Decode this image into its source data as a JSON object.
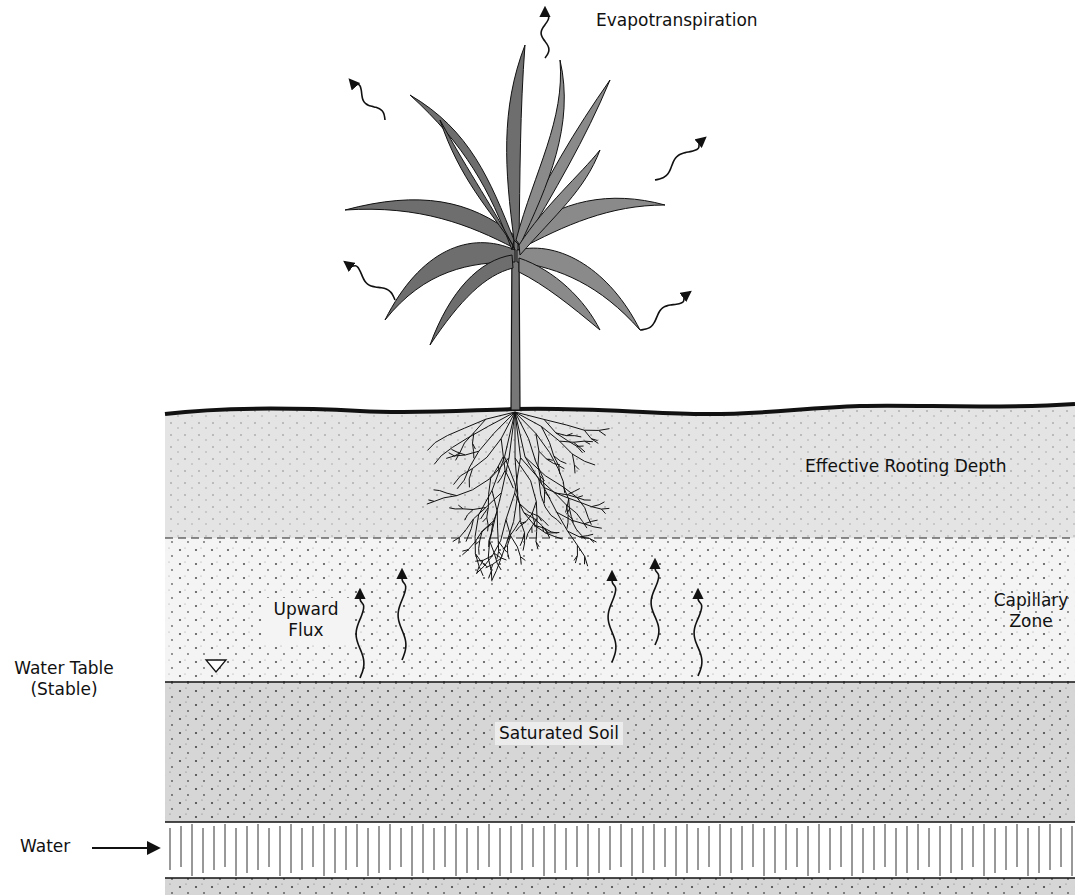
{
  "diagram": {
    "nodes": [
      {
        "text": [
          "Effective Rooting Depth"
        ]
      },
      {
        "text": [
          "Capillary Zone"
        ]
      },
      {
        "text": [
          "Saturated Soil"
        ]
      }
    ],
    "labels": [
      "Evapotranspiration",
      "Upward Flux",
      "Water Table (Stable)",
      "Water"
    ]
  }
}
